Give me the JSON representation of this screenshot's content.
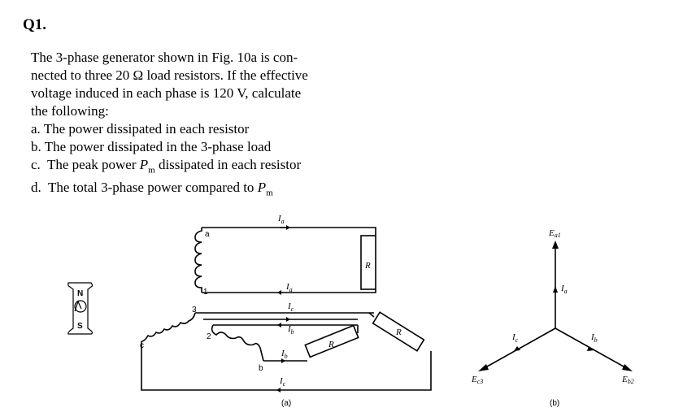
{
  "question": {
    "title": "Q1.",
    "lines": [
      "The 3-phase generator shown in Fig. 10a is con-",
      "nected to three 20 Ω load resistors. If the effective",
      "voltage induced in each phase is 120 V, calculate",
      "the following:"
    ],
    "items": [
      {
        "prefix": "a.  The power dissipated in each resistor"
      },
      {
        "prefix": "b.  The power dissipated in the 3-phase load"
      },
      {
        "prefix": "c.  The peak power ",
        "var": "P",
        "sub": "m",
        "suffix": " dissipated in each resistor"
      },
      {
        "prefix": "d.  The total 3-phase power compared to ",
        "var": "P",
        "sub": "m",
        "suffix": ""
      }
    ]
  },
  "figure": {
    "magnet_north": "N",
    "magnet_south": "S",
    "terminal_a": "a",
    "terminal_1": "1",
    "terminal_2": "2",
    "terminal_3": "3",
    "terminal_b": "b",
    "terminal_c": "c",
    "resistor_label": "R",
    "current_main": "I",
    "sub_a": "a",
    "sub_b": "b",
    "sub_c": "c",
    "caption_a": "(a)",
    "caption_b": "(b)",
    "phasor_Ea1": "E",
    "phasor_Ea1_sub": "a1",
    "phasor_Eb2": "E",
    "phasor_Eb2_sub": "b2",
    "phasor_Ec3": "E",
    "phasor_Ec3_sub": "c3"
  }
}
